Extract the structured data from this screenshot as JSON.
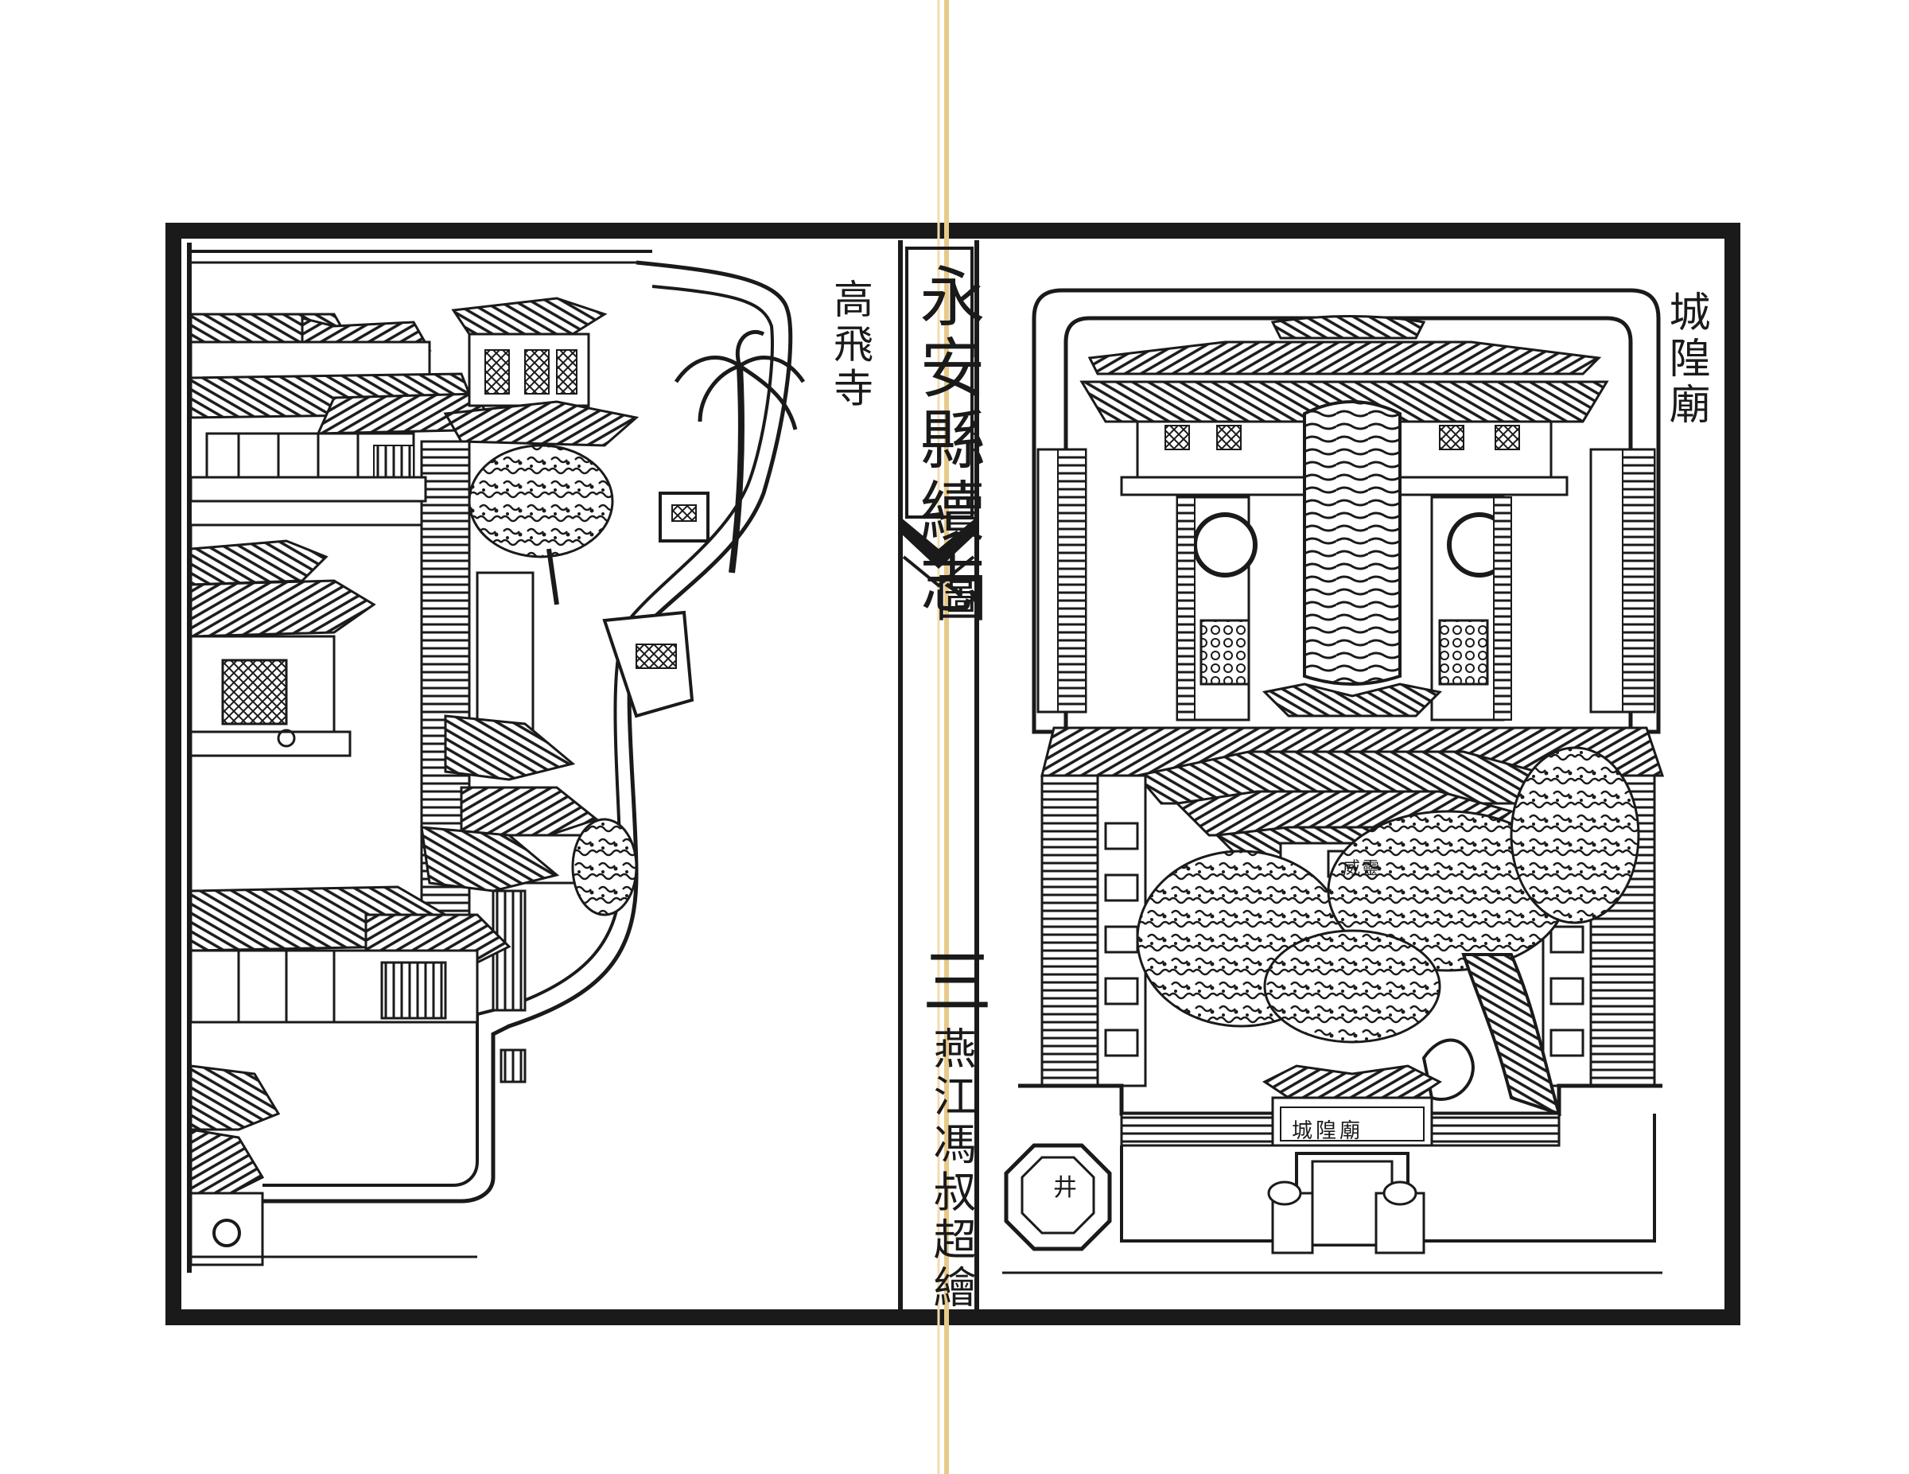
{
  "book": {
    "title": "永安縣續志",
    "section": "圖",
    "page_number": "三",
    "artist_credit": "燕江馮叔超繪"
  },
  "panels": {
    "left_caption": "高飛寺",
    "right_caption": "城隍廟",
    "right_gate_plaque": "城隍廟",
    "right_hall_plaque": "威靈",
    "right_well_label": "井"
  },
  "colors": {
    "ink": "#1a1a1a",
    "paper": "#ffffff",
    "fold_line": "#e8c98a"
  }
}
